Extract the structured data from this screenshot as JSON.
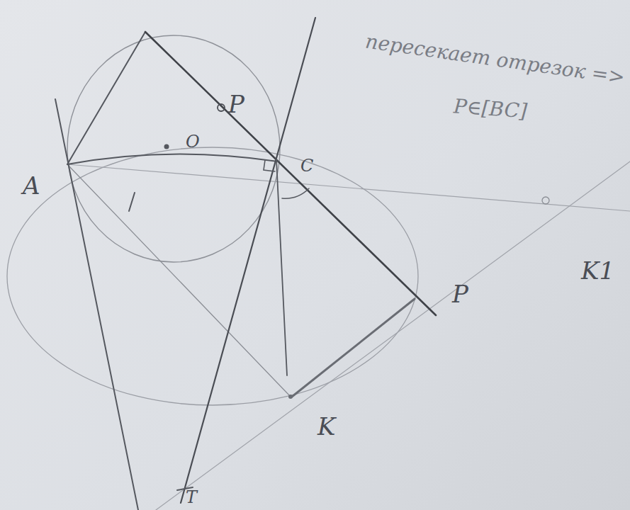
{
  "diagram": {
    "labels": [
      "пересекает отрезок =>",
      "P∈[BC]",
      "A",
      "O",
      "P",
      "C",
      "P",
      "K",
      "K1",
      "T"
    ]
  }
}
